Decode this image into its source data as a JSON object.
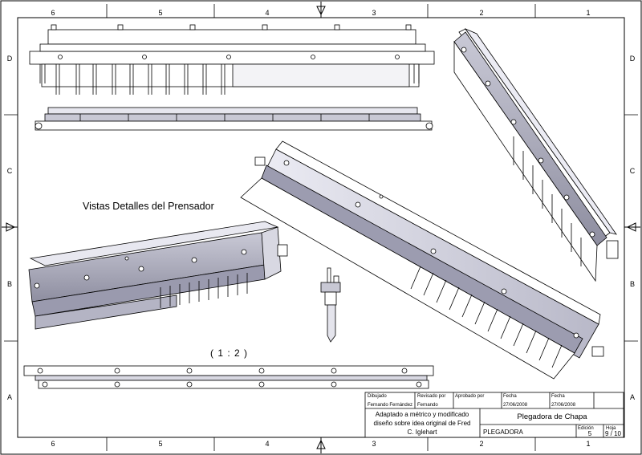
{
  "sheet": {
    "zones_top": [
      "6",
      "5",
      "4",
      "3",
      "2",
      "1"
    ],
    "zones_bottom": [
      "6",
      "5",
      "4",
      "3",
      "2",
      "1"
    ],
    "zones_left": [
      "D",
      "C",
      "B",
      "A"
    ],
    "zones_right": [
      "D",
      "C",
      "B",
      "A"
    ]
  },
  "annotations": {
    "views_title": "Vistas Detalles del Prensador",
    "scale": "( 1 : 2 )"
  },
  "title_block": {
    "drawn_label": "Dibujado",
    "drawn_by": "Fernando Fernández",
    "reviewed_label": "Revisado por",
    "reviewed_by": "Fernando",
    "approved_label": "Aprobado por",
    "date_label_1": "Fecha",
    "date_1": "27/06/2008",
    "date_label_2": "Fecha",
    "date_2": "27/06/2008",
    "note_line1": "Adaptado a métrico y modificado",
    "note_line2": "diseño sobre idea original de Fred",
    "note_line3": "C. Iglehart",
    "project_title": "Plegadora de Chapa",
    "part_name": "PLEGADORA",
    "edition_label": "Edición",
    "edition": "5",
    "sheet_label": "Hoja",
    "sheet": "9 / 10"
  }
}
